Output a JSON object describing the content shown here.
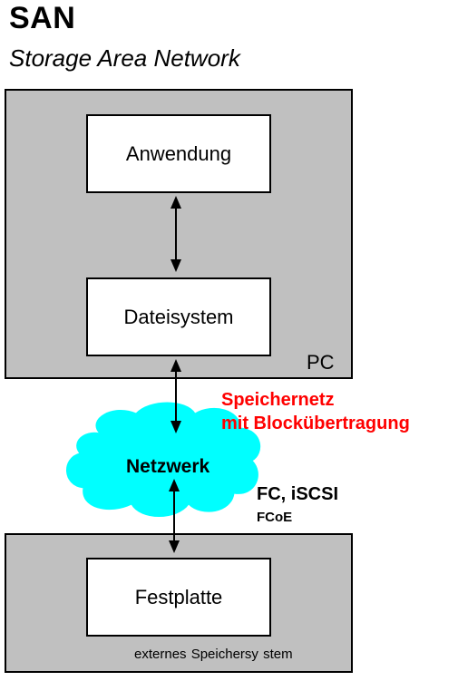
{
  "header": {
    "title": "SAN",
    "subtitle": "Storage Area Network"
  },
  "pc": {
    "label": "PC",
    "app_label": "Anwendung",
    "fs_label": "Dateisystem"
  },
  "network": {
    "cloud_label": "Netzwerk",
    "annotation_line1": "Speichernetz",
    "annotation_line2": "mit Blockübertragung",
    "protocols_line1": "FC, iSCSI",
    "protocols_line2": "FCoE"
  },
  "storage": {
    "label": "externes Speichersy stem",
    "disk_label": "Festplatte"
  },
  "colors": {
    "box_fill": "#c0c0c0",
    "cloud_fill": "#00ffff",
    "annotation": "#ff0000"
  }
}
